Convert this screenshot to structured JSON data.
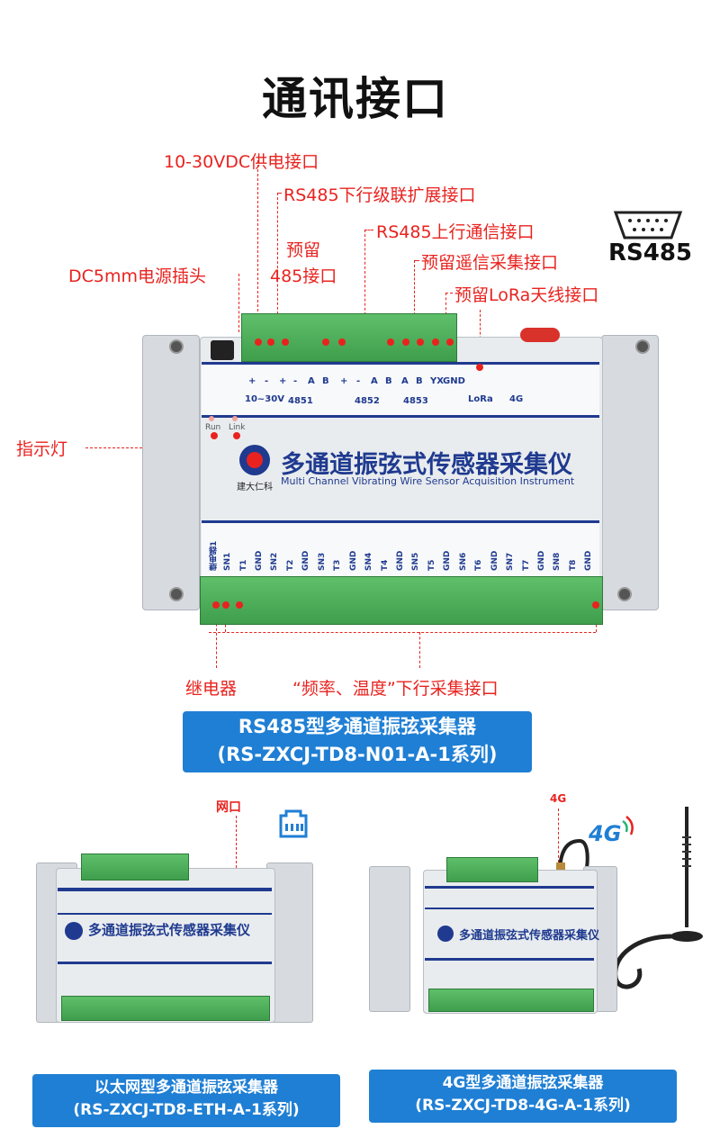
{
  "title": "通讯接口",
  "labels": {
    "power_port": "10-30VDC供电接口",
    "rs485_down": "RS485下行级联扩展接口",
    "rs485_up": "RS485上行通信接口",
    "reserved_line1": "预留",
    "reserved_line2": "485接口",
    "dc5mm": "DC5mm电源插头",
    "reserved_yx": "预留遥信采集接口",
    "reserved_lora": "预留LoRa天线接口",
    "indicator": "指示灯",
    "relay": "继电器",
    "freq_temp": "“频率、温度”下行采集接口",
    "net_port": "网口",
    "tag_4g": "4G"
  },
  "rs485_badge": "RS485",
  "device": {
    "name_cn": "多通道振弦式传感器采集仪",
    "name_en": "Multi Channel Vibrating Wire Sensor Acquisition Instrument",
    "brand": "建大仁科",
    "leds": [
      "Run",
      "Link"
    ],
    "top_labels": [
      "10~30V",
      "4851",
      "4852",
      "4853",
      "LoRa",
      "4G"
    ],
    "top_pins": [
      "+",
      "-",
      "+",
      "-",
      "A",
      "B",
      "+",
      "-",
      "A",
      "B",
      "A",
      "B",
      "YX",
      "GND"
    ],
    "bottom_labels": [
      "继电器1",
      "SN1",
      "T1",
      "GND",
      "SN2",
      "T2",
      "GND",
      "SN3",
      "T3",
      "GND",
      "SN4",
      "T4",
      "GND",
      "SN5",
      "T5",
      "GND",
      "SN6",
      "T6",
      "GND",
      "SN7",
      "T7",
      "GND",
      "SN8",
      "T8",
      "GND"
    ]
  },
  "captions": {
    "main_line1": "RS485型多通道振弦采集器",
    "main_line2": "(RS-ZXCJ-TD8-N01-A-1系列)",
    "eth_line1": "以太网型多通道振弦采集器",
    "eth_line2": "(RS-ZXCJ-TD8-ETH-A-1系列)",
    "g4_line1": "4G型多通道振弦采集器",
    "g4_line2": "(RS-ZXCJ-TD8-4G-A-1系列)"
  },
  "colors": {
    "accent_red": "#e8231f",
    "brand_blue": "#1f3a8f",
    "caption_blue": "#1f7fd4",
    "terminal_green": "#4caf50"
  }
}
